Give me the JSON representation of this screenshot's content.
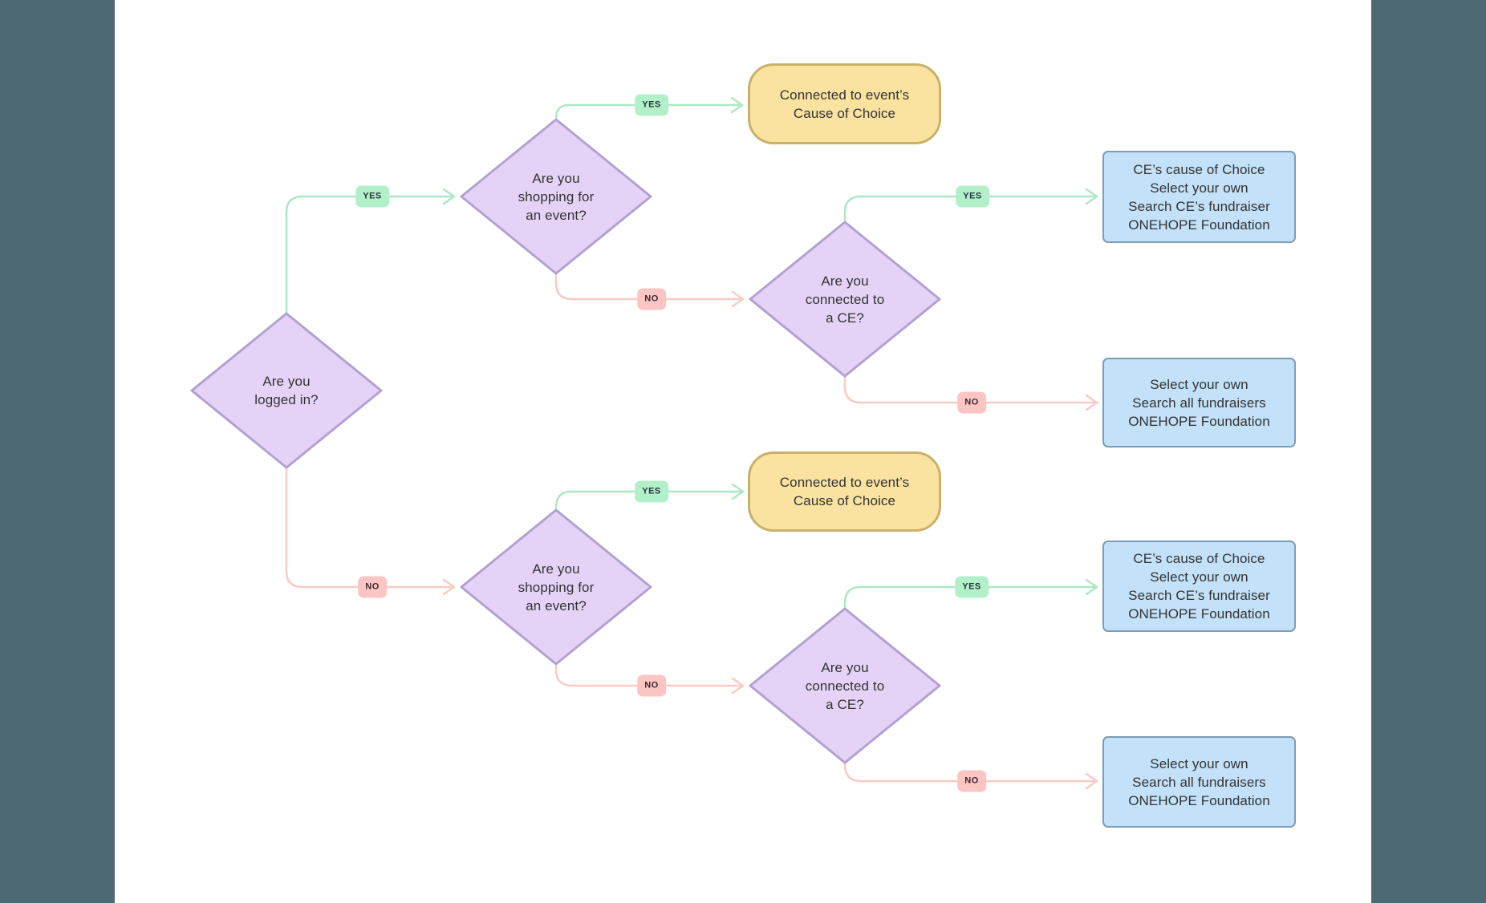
{
  "colors": {
    "page-bg": "#ffffff",
    "sidebar": "#4d6971",
    "diamond-fill": "#e5d3f7",
    "diamond-border": "#b2a1d1",
    "terminal-fill": "#fae3a1",
    "terminal-border": "#c9b169",
    "outcome-fill": "#c3e1f8",
    "outcome-border": "#7d9db5",
    "yes-edge": "#aee8c2",
    "yes-badge-bg": "#b2f0c9",
    "yes-badge-text": "#24363a",
    "no-edge": "#f8cbc5",
    "no-badge-bg": "#fbc5c4",
    "no-badge-text": "#3c2a2e",
    "node-text": "#333333"
  },
  "edge_labels": {
    "yes": "YES",
    "no": "NO"
  },
  "nodes": {
    "logged_in": {
      "lines": [
        "Are you",
        "logged in?"
      ]
    },
    "shopping_top": {
      "lines": [
        "Are you",
        "shopping for",
        "an event?"
      ]
    },
    "connected_ce_top": {
      "lines": [
        "Are you",
        "connected to",
        "a CE?"
      ]
    },
    "event_cause_top": {
      "lines": [
        "Connected to event’s",
        "Cause of Choice"
      ]
    },
    "ce_outcome_top": {
      "lines": [
        "CE’s cause of Choice",
        "Select your own",
        "Search CE’s fundraiser",
        "ONEHOPE Foundation"
      ]
    },
    "all_outcome_top": {
      "lines": [
        "Select your own",
        "Search all fundraisers",
        "ONEHOPE Foundation"
      ]
    },
    "shopping_bottom": {
      "lines": [
        "Are you",
        "shopping for",
        "an event?"
      ]
    },
    "event_cause_bottom": {
      "lines": [
        "Connected to event’s",
        "Cause of Choice"
      ]
    },
    "connected_ce_bottom": {
      "lines": [
        "Are you",
        "connected to",
        "a CE?"
      ]
    },
    "ce_outcome_bottom": {
      "lines": [
        "CE’s cause of Choice",
        "Select your own",
        "Search CE’s fundraiser",
        "ONEHOPE Foundation"
      ]
    },
    "all_outcome_bottom": {
      "lines": [
        "Select your own",
        "Search all fundraisers",
        "ONEHOPE Foundation"
      ]
    }
  }
}
